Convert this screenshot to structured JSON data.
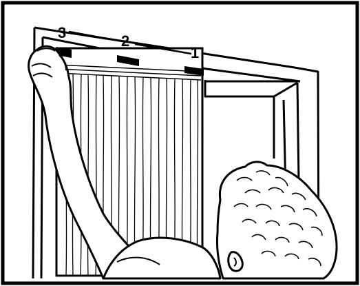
{
  "callouts": [
    "3",
    "2",
    "1"
  ],
  "colors": {
    "ink": "#000000",
    "paper": "#ffffff"
  }
}
